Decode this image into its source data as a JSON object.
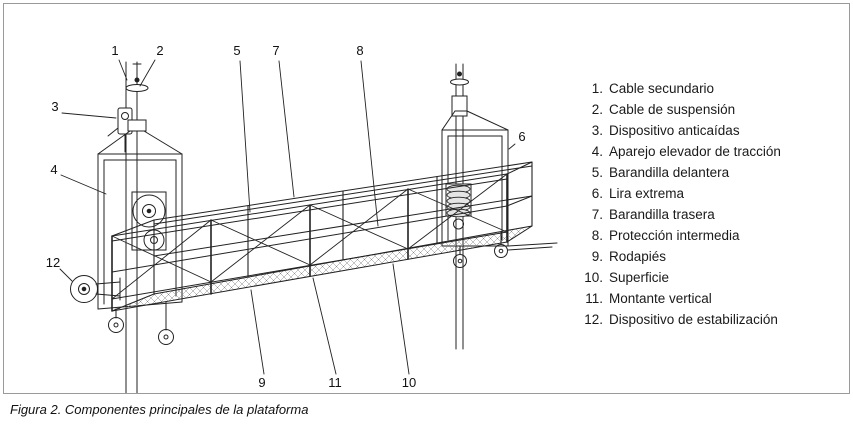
{
  "figure": {
    "caption": "Figura 2. Componentes principales de la plataforma",
    "legend": {
      "items": [
        {
          "num": "1.",
          "label": "Cable secundario"
        },
        {
          "num": "2.",
          "label": "Cable de suspensión"
        },
        {
          "num": "3.",
          "label": "Dispositivo anticaídas"
        },
        {
          "num": "4.",
          "label": "Aparejo elevador de tracción"
        },
        {
          "num": "5.",
          "label": "Barandilla delantera"
        },
        {
          "num": "6.",
          "label": "Lira extrema"
        },
        {
          "num": "7.",
          "label": "Barandilla trasera"
        },
        {
          "num": "8.",
          "label": "Protección intermedia"
        },
        {
          "num": "9.",
          "label": "Rodapiés"
        },
        {
          "num": "10.",
          "label": "Superficie"
        },
        {
          "num": "11.",
          "label": "Montante vertical"
        },
        {
          "num": "12.",
          "label": "Dispositivo de estabilización"
        }
      ]
    },
    "callouts": {
      "c1": "1",
      "c2": "2",
      "c3": "3",
      "c4": "4",
      "c5": "5",
      "c6": "6",
      "c7": "7",
      "c8": "8",
      "c9": "9",
      "c10": "10",
      "c11": "11",
      "c12": "12"
    },
    "colors": {
      "line": "#222222",
      "text": "#1a1a1a",
      "border": "#9a9a9a",
      "background": "#ffffff"
    }
  }
}
